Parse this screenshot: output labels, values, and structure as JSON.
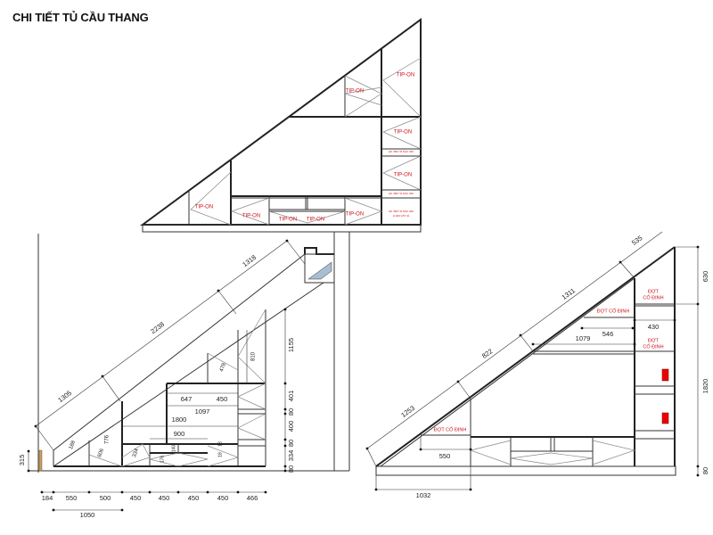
{
  "title": "CHI TIẾT TỦ CẦU THANG",
  "colors": {
    "annotation": "#d0121b",
    "stair_fill": "#a9bdd3",
    "accent_wood": "#c8a060"
  },
  "front_view": {
    "tip_on_label": "TIP-ON",
    "note_strip": "HK 3507 M SÂU 450",
    "note_box_line1": "HK 3507 M SÂU 450",
    "note_box_line2": "H 200 VẬT GÌ"
  },
  "side_view": {
    "diag": [
      "1305",
      "2238",
      "1318",
      "188",
      "776",
      "606"
    ],
    "inner": [
      "478",
      "810",
      "647",
      "450",
      "1097",
      "1800",
      "900",
      "334",
      "176",
      "140",
      "18",
      "18"
    ],
    "right": [
      "1155",
      "401",
      "80",
      "400",
      "80",
      "334",
      "80"
    ],
    "left": "315",
    "bottom": [
      "184",
      "550",
      "500",
      "450",
      "450",
      "450",
      "450",
      "466"
    ],
    "bottom_total": "1050"
  },
  "section_view": {
    "diag": [
      "1253",
      "822",
      "1311",
      "535"
    ],
    "right": [
      "630",
      "1820",
      "80"
    ],
    "inner": [
      "550",
      "1032",
      "546",
      "1079",
      "430"
    ],
    "fixed_shelf": "ĐỢT CỐ ĐỊNH",
    "fixed_shelf_l1": "ĐỢT",
    "fixed_shelf_l2": "CỐ ĐỊNH"
  }
}
